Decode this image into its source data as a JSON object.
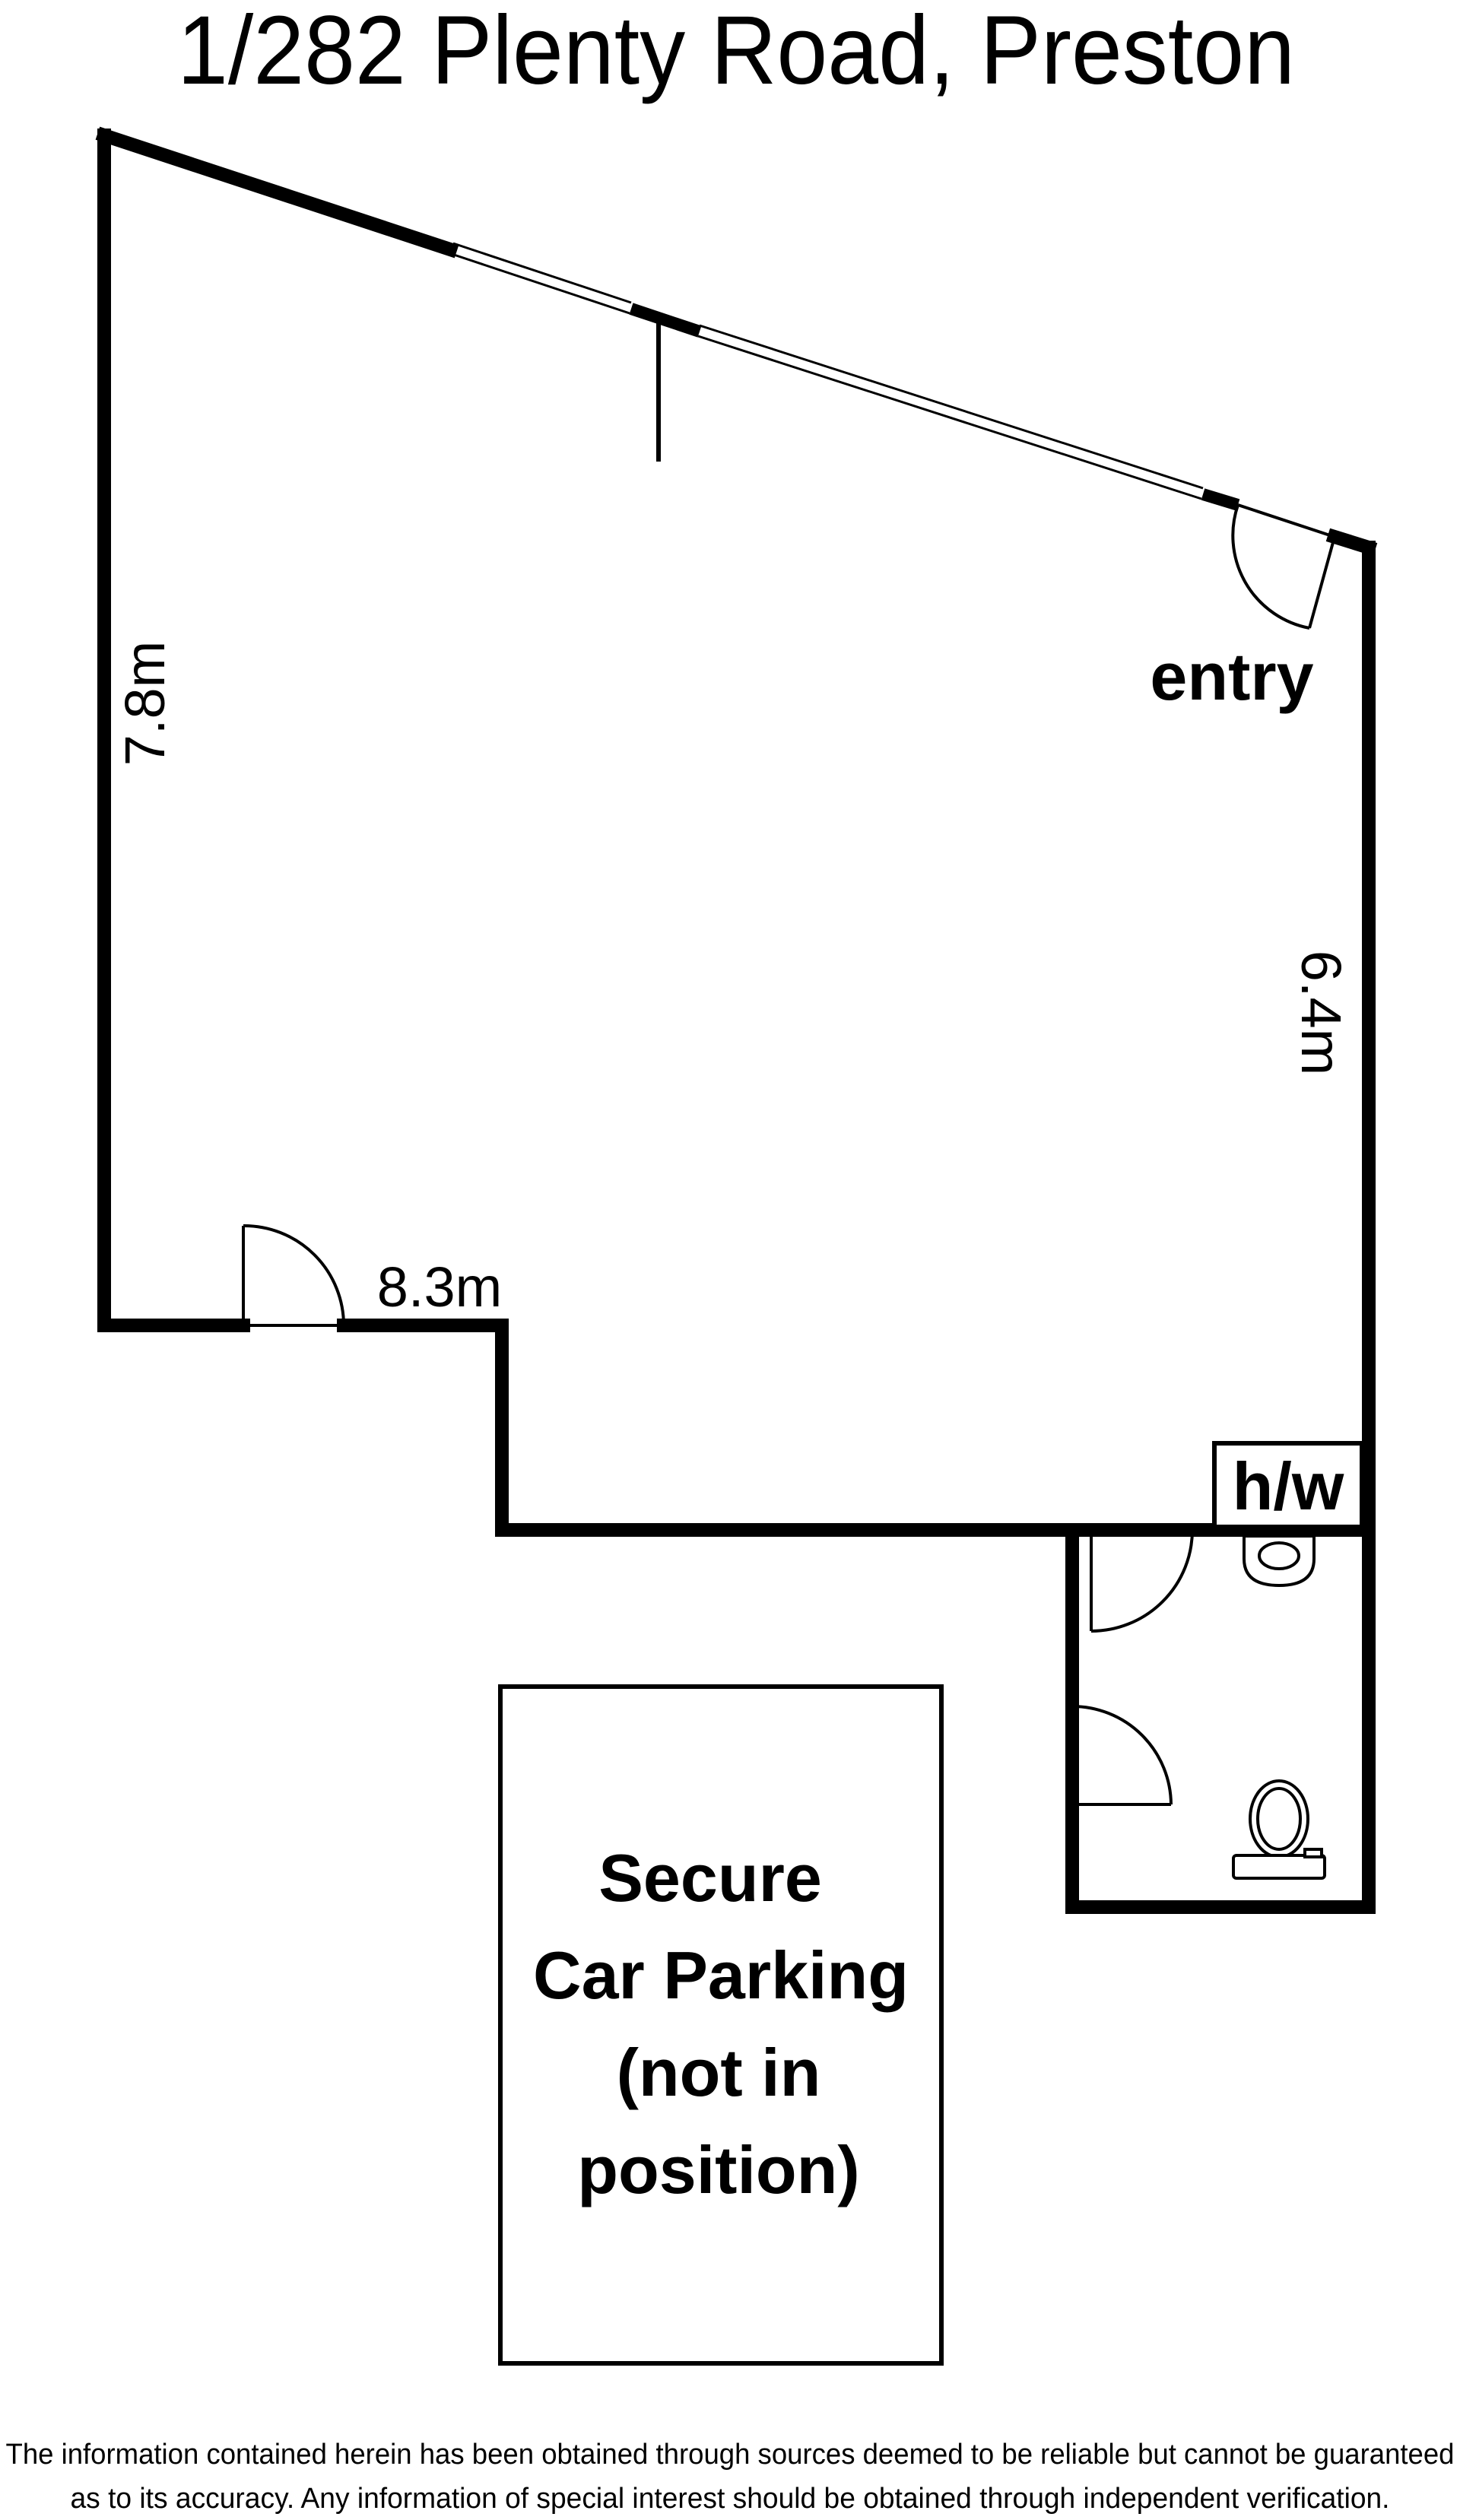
{
  "title": "1/282 Plenty Road, Preston",
  "labels": {
    "entry": "entry",
    "hot_water": "h/w",
    "dim_left_wall": "7.8m",
    "dim_right_wall": "6.4m",
    "dim_bottom_wall": "8.3m"
  },
  "parking": {
    "lines": [
      "Secure",
      "Car Parking",
      "(not in",
      "position)"
    ]
  },
  "disclaimer": {
    "line1": "The information contained herein has been obtained through sources deemed to be reliable but cannot be guaranteed",
    "line2": "as to its accuracy.  Any information of special interest should be obtained through independent verification."
  },
  "colors": {
    "wall": "#000000",
    "background": "#ffffff"
  }
}
